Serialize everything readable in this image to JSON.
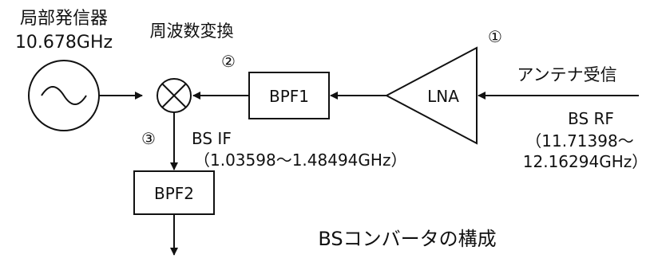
{
  "labels": {
    "local_oscillator": "局部発信器",
    "lo_frequency": "10.678GHz",
    "frequency_conversion": "周波数変換",
    "marker_1": "①",
    "marker_2": "②",
    "marker_3": "③",
    "antenna_reception": "アンテナ受信",
    "bs_rf": "BS RF",
    "rf_range_line1": "（11.71398～",
    "rf_range_line2": "12.16294GHz）",
    "bs_if": "BS IF",
    "if_range": "（1.03598～1.48494GHz）",
    "caption": "BSコンバータの構成"
  },
  "blocks": {
    "bpf1": "BPF1",
    "lna": "LNA",
    "bpf2": "BPF2"
  },
  "colors": {
    "line": "#111111",
    "background": "#ffffff"
  }
}
